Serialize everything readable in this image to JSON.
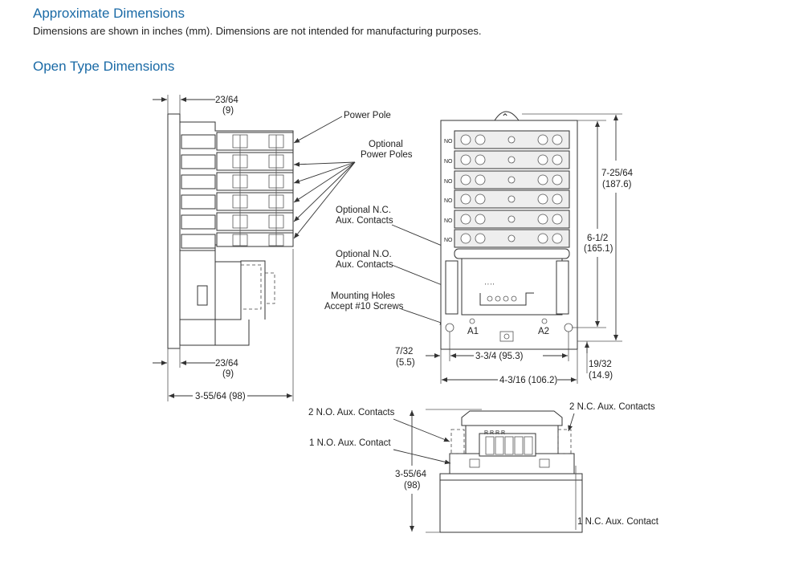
{
  "header": {
    "title": "Approximate Dimensions",
    "subtitle": "Dimensions are shown in inches (mm). Dimensions are not intended for manufacturing purposes.",
    "section": "Open Type Dimensions"
  },
  "side_view": {
    "dim_top": "23/64",
    "dim_top_mm": "(9)",
    "dim_bottom": "23/64",
    "dim_bottom_mm": "(9)",
    "dim_width": "3-55/64 (98)"
  },
  "callouts": {
    "power_pole": "Power Pole",
    "optional_power_poles_1": "Optional",
    "optional_power_poles_2": "Power Poles",
    "optional_nc_1": "Optional N.C.",
    "optional_nc_2": "Aux. Contacts",
    "optional_no_1": "Optional N.O.",
    "optional_no_2": "Aux. Contacts",
    "mounting_1": "Mounting Holes",
    "mounting_2": "Accept #10 Screws"
  },
  "front_view": {
    "pole_label": "NO",
    "terminal_a1": "A1",
    "terminal_a2": "A2",
    "dim_height_total": "7-25/64",
    "dim_height_total_mm": "(187.6)",
    "dim_height_mount": "6-1/2",
    "dim_height_mount_mm": "(165.1)",
    "dim_left_offset": "7/32",
    "dim_left_offset_mm": "(5.5)",
    "dim_mount_width": "3-3/4 (95.3)",
    "dim_overall_width": "4-3/16 (106.2)",
    "dim_bottom_offset": "19/32",
    "dim_bottom_offset_mm": "(14.9)"
  },
  "bottom_view": {
    "two_no": "2 N.O. Aux. Contacts",
    "one_no": "1 N.O. Aux. Contact",
    "two_nc": "2 N.C. Aux. Contacts",
    "one_nc": "1 N.C. Aux. Contact",
    "dim_depth": "3-55/64",
    "dim_depth_mm": "(98)",
    "aux_marks": "R R R R"
  }
}
